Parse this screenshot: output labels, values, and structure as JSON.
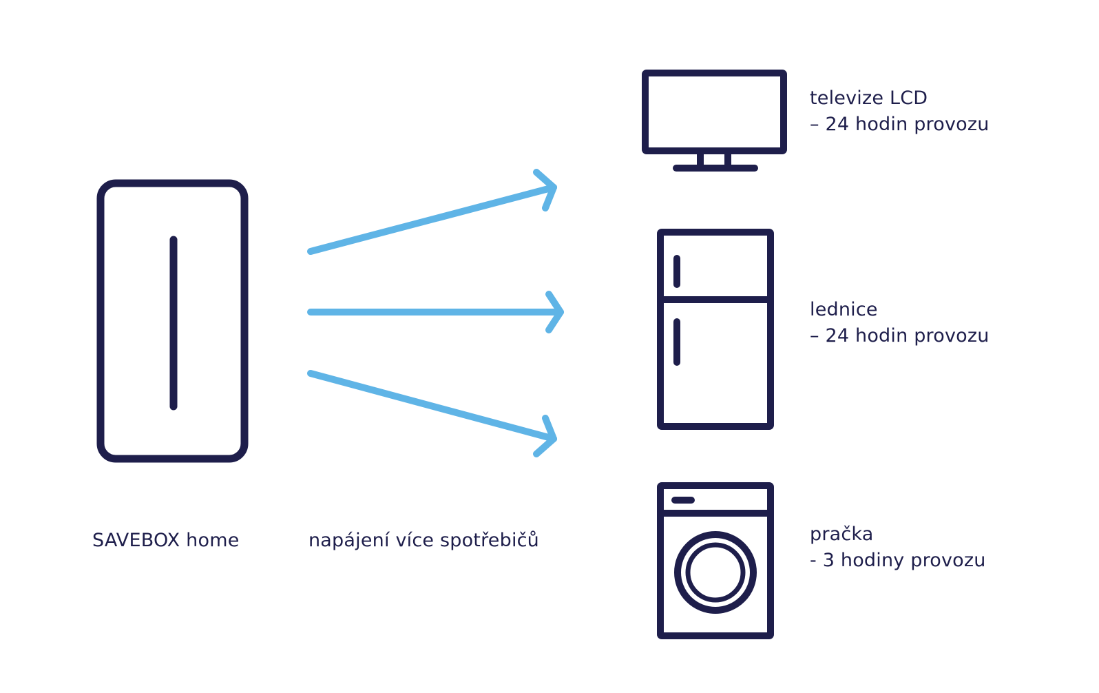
{
  "colors": {
    "icon_stroke": "#1e1e4b",
    "arrow": "#5fb4e6",
    "text": "#1e1e4b",
    "background": "#ffffff"
  },
  "source": {
    "label": "SAVEBOX home",
    "icon": "power-bank-icon"
  },
  "arrows": {
    "label": "napájení více spotřebičů",
    "count": 3
  },
  "appliances": [
    {
      "icon": "tv-icon",
      "name": "televize LCD",
      "runtime": "– 24 hodin provozu"
    },
    {
      "icon": "fridge-icon",
      "name": "lednice",
      "runtime": "– 24 hodin provozu"
    },
    {
      "icon": "washing-machine-icon",
      "name": "pračka",
      "runtime": "- 3 hodiny provozu"
    }
  ]
}
